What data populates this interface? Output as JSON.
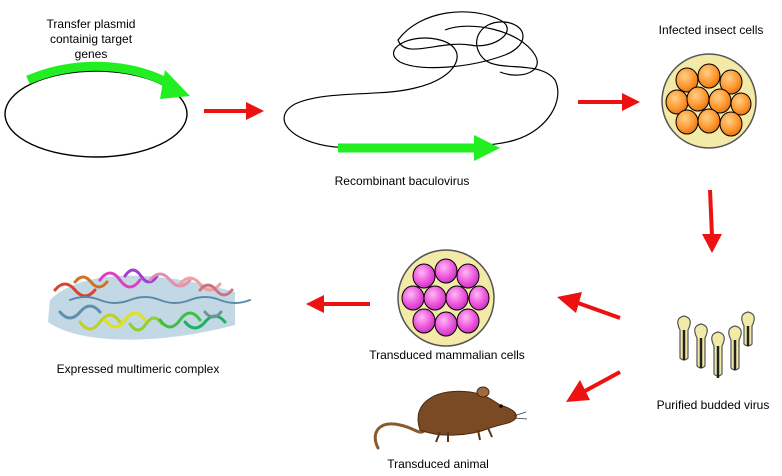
{
  "labels": {
    "transfer_plasmid": "Transfer plasmid containig target genes",
    "recombinant_baculovirus": "Recombinant baculovirus",
    "infected_insect_cells": "Infected insect cells",
    "purified_budded_virus": "Purified budded virus",
    "transduced_mammalian_cells": "Transduced mammalian cells",
    "transduced_animal": "Transduced animal",
    "expressed_complex": "Expressed multimeric complex"
  },
  "colors": {
    "arrow": "#ee1111",
    "gene": "#22ee22",
    "insect_cell": "#ff9930",
    "mammalian_cell": "#ee55dd",
    "dish": "#f2eaa6"
  }
}
